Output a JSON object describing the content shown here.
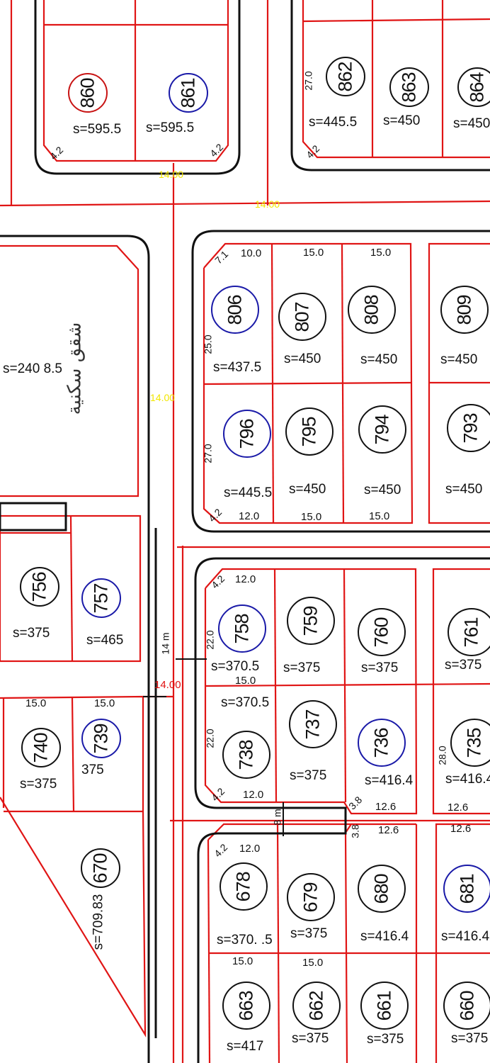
{
  "road_labels": {
    "top_a": "14.00",
    "top_b": "14.00",
    "mid": "14.00",
    "left_red": "14.00",
    "road_14m": "14 m",
    "road_8m": "8 m"
  },
  "handwriting": "شقق سكنية",
  "big_lot_area": "s=240 8.5",
  "parcels": [
    {
      "id": "860",
      "area": "s=595.5",
      "ring": "red"
    },
    {
      "id": "861",
      "area": "s=595.5",
      "ring": "blue"
    },
    {
      "id": "862",
      "area": "s=445.5",
      "ring": "black"
    },
    {
      "id": "863",
      "area": "s=450",
      "ring": "black"
    },
    {
      "id": "864",
      "area": "s=450",
      "ring": "black"
    },
    {
      "id": "806",
      "area": "s=437.5",
      "ring": "blue"
    },
    {
      "id": "807",
      "area": "s=450",
      "ring": "black"
    },
    {
      "id": "808",
      "area": "s=450",
      "ring": "black"
    },
    {
      "id": "809",
      "area": "s=450",
      "ring": "black"
    },
    {
      "id": "796",
      "area": "s=445.5",
      "ring": "blue"
    },
    {
      "id": "795",
      "area": "s=450",
      "ring": "black"
    },
    {
      "id": "794",
      "area": "s=450",
      "ring": "black"
    },
    {
      "id": "793",
      "area": "s=450",
      "ring": "black"
    },
    {
      "id": "756",
      "area": "s=375",
      "ring": "black"
    },
    {
      "id": "757",
      "area": "s=465",
      "ring": "blue"
    },
    {
      "id": "758",
      "area": "s=370.5",
      "ring": "blue"
    },
    {
      "id": "759",
      "area": "s=375",
      "ring": "black"
    },
    {
      "id": "760",
      "area": "s=375",
      "ring": "black"
    },
    {
      "id": "761",
      "area": "s=375",
      "ring": "black"
    },
    {
      "id": "740",
      "area": "s=375",
      "ring": "black"
    },
    {
      "id": "739",
      "area": "375",
      "ring": "blue"
    },
    {
      "id": "738",
      "area": "s=370.5",
      "ring": "black"
    },
    {
      "id": "737",
      "area": "s=375",
      "ring": "black"
    },
    {
      "id": "736",
      "area": "s=416.4",
      "ring": "blue"
    },
    {
      "id": "735",
      "area": "s=416.4",
      "ring": "black"
    },
    {
      "id": "670",
      "area": "s=709.83",
      "ring": "black"
    },
    {
      "id": "678",
      "area": "s=370. .5",
      "ring": "black"
    },
    {
      "id": "679",
      "area": "s=375",
      "ring": "black"
    },
    {
      "id": "680",
      "area": "s=416.4",
      "ring": "black"
    },
    {
      "id": "681",
      "area": "s=416.4",
      "ring": "blue"
    },
    {
      "id": "663",
      "area": "s=417",
      "ring": "black"
    },
    {
      "id": "662",
      "area": "s=375",
      "ring": "black"
    },
    {
      "id": "661",
      "area": "s=375",
      "ring": "black"
    },
    {
      "id": "660",
      "area": "s=375",
      "ring": "black"
    }
  ],
  "dims": {
    "d42": "4.2",
    "d100": "10.0",
    "d150": "15.0",
    "d120": "12.0",
    "d250": "25.0",
    "d270": "27.0",
    "d220": "22.0",
    "d280": "28.0",
    "d71": "7.1",
    "d38": "3.8",
    "d126": "12.6"
  },
  "colors": {
    "lot_line": "#e01515",
    "block_outline": "#111111",
    "ring_blue": "#1a1aa8",
    "ring_red": "#c81414",
    "road_label": "#f2e600"
  }
}
